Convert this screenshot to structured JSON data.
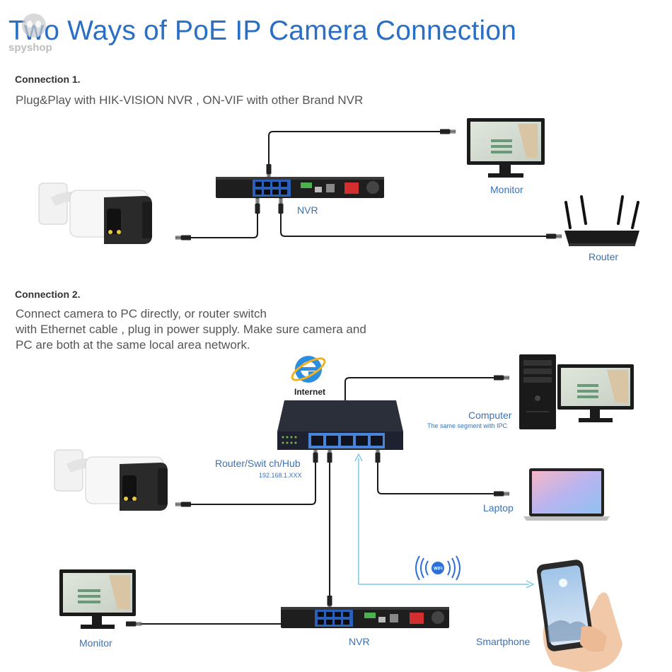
{
  "page": {
    "title": "Two Ways of PoE IP Camera Connection",
    "watermark": "spyshop"
  },
  "connection1": {
    "heading": "Connection 1.",
    "description": "Plug&Play with HIK-VISION NVR , ON-VIF with other Brand NVR",
    "labels": {
      "nvr": "NVR",
      "monitor": "Monitor",
      "router": "Router"
    }
  },
  "connection2": {
    "heading": "Connection 2.",
    "description_lines": [
      "Connect camera to PC directly, or router switch",
      "with Ethernet cable , plug in power supply. Make sure camera and",
      "PC are both at the same local area network."
    ],
    "labels": {
      "internet": "Internet",
      "switch": "Router/Swit ch/Hub",
      "switch_ip": "192.168.1.XXX",
      "computer": "Computer",
      "computer_note": "The same segment with IPC",
      "laptop": "Laptop",
      "monitor": "Monitor",
      "nvr": "NVR",
      "smartphone": "Smartphone",
      "wifi": "WiFi"
    }
  },
  "colors": {
    "title": "#2a6fc6",
    "label": "#3a72b8",
    "cable": "#1a1a1a",
    "wifi_line": "#7fc8e6",
    "wifi_icon": "#2b6fd8"
  },
  "icons": [
    "camera-icon",
    "nvr-icon",
    "monitor-icon",
    "router-icon",
    "switch-icon",
    "computer-tower-icon",
    "laptop-icon",
    "smartphone-icon",
    "internet-explorer-icon",
    "wifi-icon",
    "rj45-plug-icon"
  ]
}
